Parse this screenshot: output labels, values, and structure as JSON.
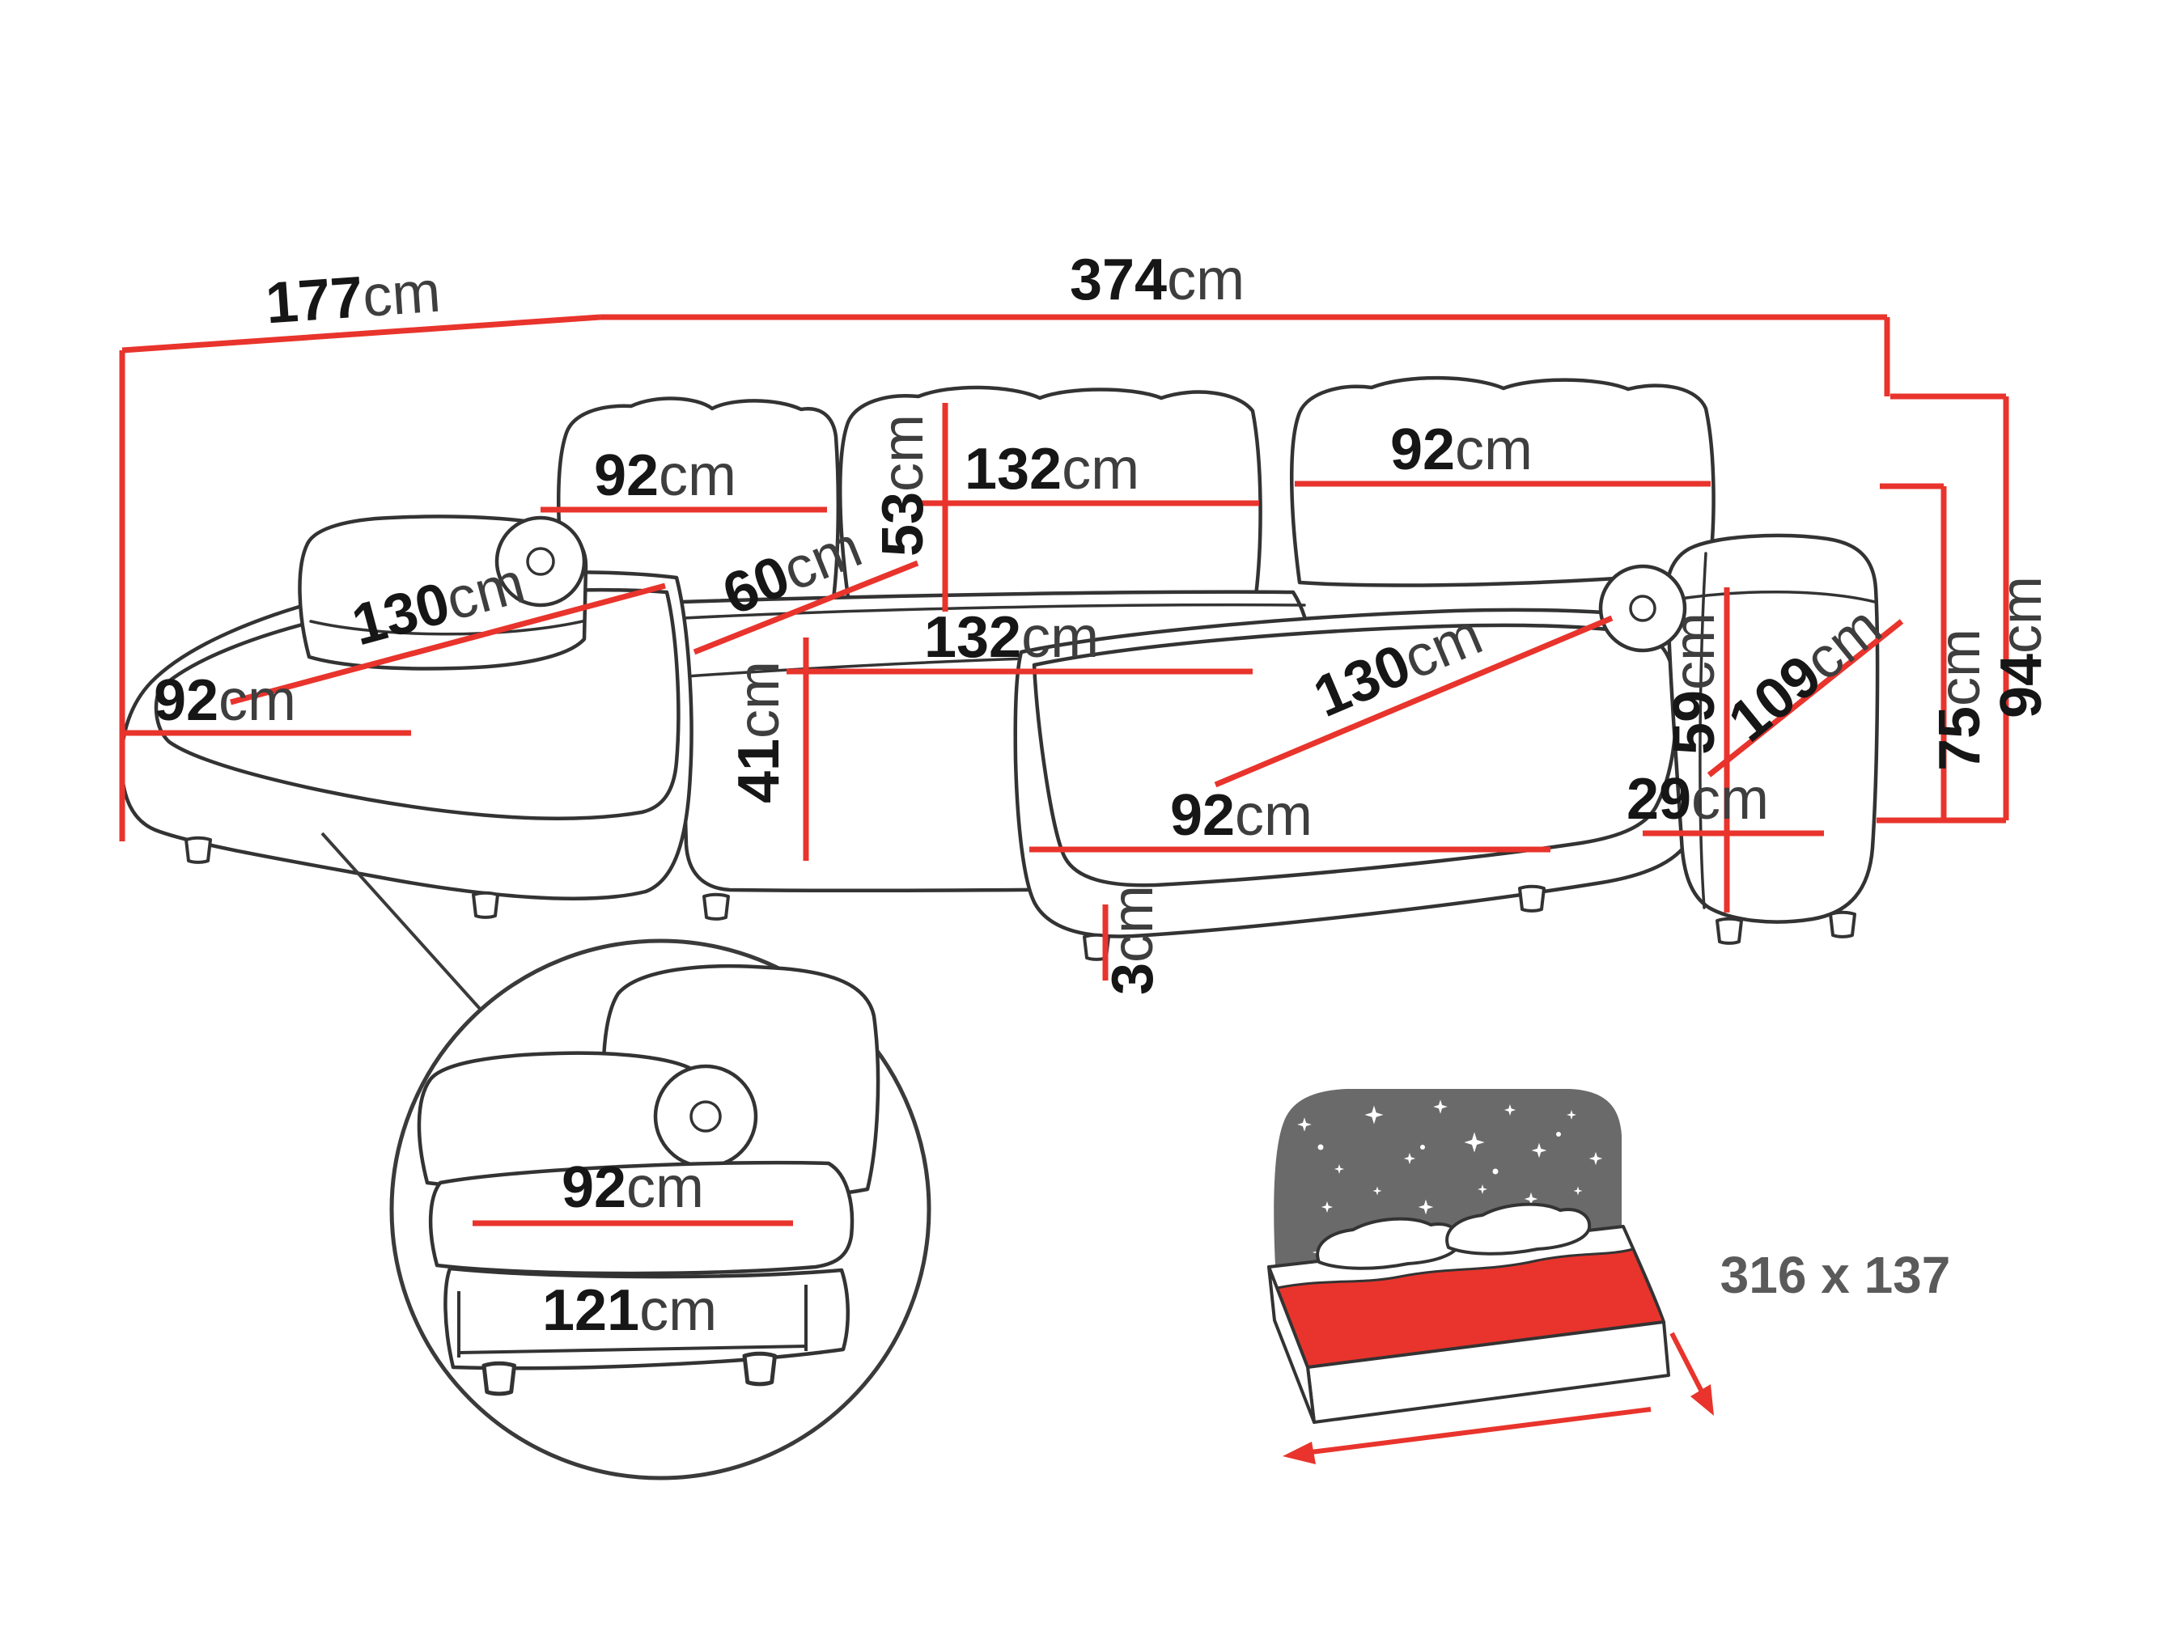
{
  "diagram": {
    "type": "furniture-dimension-diagram",
    "subject": "U-shaped corner sofa with measurements"
  },
  "colors": {
    "dimension_red": "#e8342c",
    "outline": "#333333",
    "number_text": "#161616",
    "unit_text": "#3e3e3e",
    "headboard_gray": "#6a6a6a",
    "bed_label_gray": "#5a5a5a"
  },
  "icons": {
    "detail_magnifier": "magnifier-circle",
    "sofa_bed": "bed-with-starry-headboard"
  },
  "labels": {
    "total_width": {
      "value": "374",
      "unit": "cm"
    },
    "left_section_depth": {
      "value": "177",
      "unit": "cm"
    },
    "back_left_width": {
      "value": "92",
      "unit": "cm"
    },
    "back_cushion_height": {
      "value": "53",
      "unit": "cm"
    },
    "back_center_width": {
      "value": "132",
      "unit": "cm"
    },
    "back_right_width": {
      "value": "92",
      "unit": "cm"
    },
    "left_chaise_length": {
      "value": "130",
      "unit": "cm"
    },
    "left_chaise_width": {
      "value": "92",
      "unit": "cm"
    },
    "seat_depth": {
      "value": "60",
      "unit": "cm"
    },
    "center_seat_width": {
      "value": "132",
      "unit": "cm"
    },
    "seat_height": {
      "value": "41",
      "unit": "cm"
    },
    "right_chaise_length": {
      "value": "130",
      "unit": "cm"
    },
    "right_chaise_width": {
      "value": "92",
      "unit": "cm"
    },
    "leg_height": {
      "value": "3",
      "unit": "cm"
    },
    "armrest_height": {
      "value": "59",
      "unit": "cm"
    },
    "armrest_width": {
      "value": "29",
      "unit": "cm"
    },
    "armrest_depth": {
      "value": "109",
      "unit": "cm"
    },
    "backrest_height": {
      "value": "75",
      "unit": "cm"
    },
    "total_height": {
      "value": "94",
      "unit": "cm"
    },
    "detail_seat_width": {
      "value": "92",
      "unit": "cm"
    },
    "detail_base_width": {
      "value": "121",
      "unit": "cm"
    },
    "sleeping_area": "316 x 137"
  }
}
